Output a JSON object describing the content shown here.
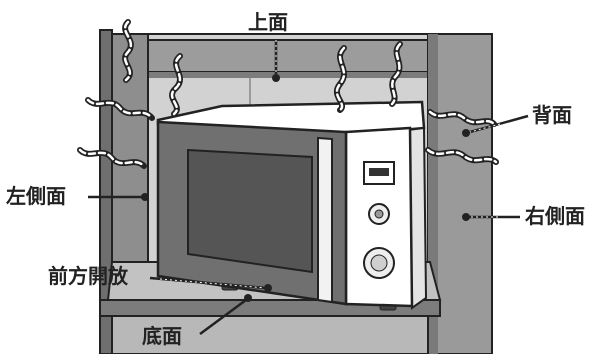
{
  "labels": {
    "top": "上面",
    "back": "背面",
    "left_side": "左側面",
    "right_side": "右側面",
    "front_open": "前方開放",
    "bottom": "底面"
  },
  "colors": {
    "shelf_dark": "#8c8c8c",
    "shelf_mid": "#b4b4b4",
    "shelf_light": "#d6d6d6",
    "microwave_body": "#ffffff",
    "microwave_door": "#6e6e6e",
    "window": "#545454",
    "outline": "#222222"
  },
  "icons": {
    "heat": "heat-wave-icon",
    "device": "microwave-oven-icon"
  }
}
